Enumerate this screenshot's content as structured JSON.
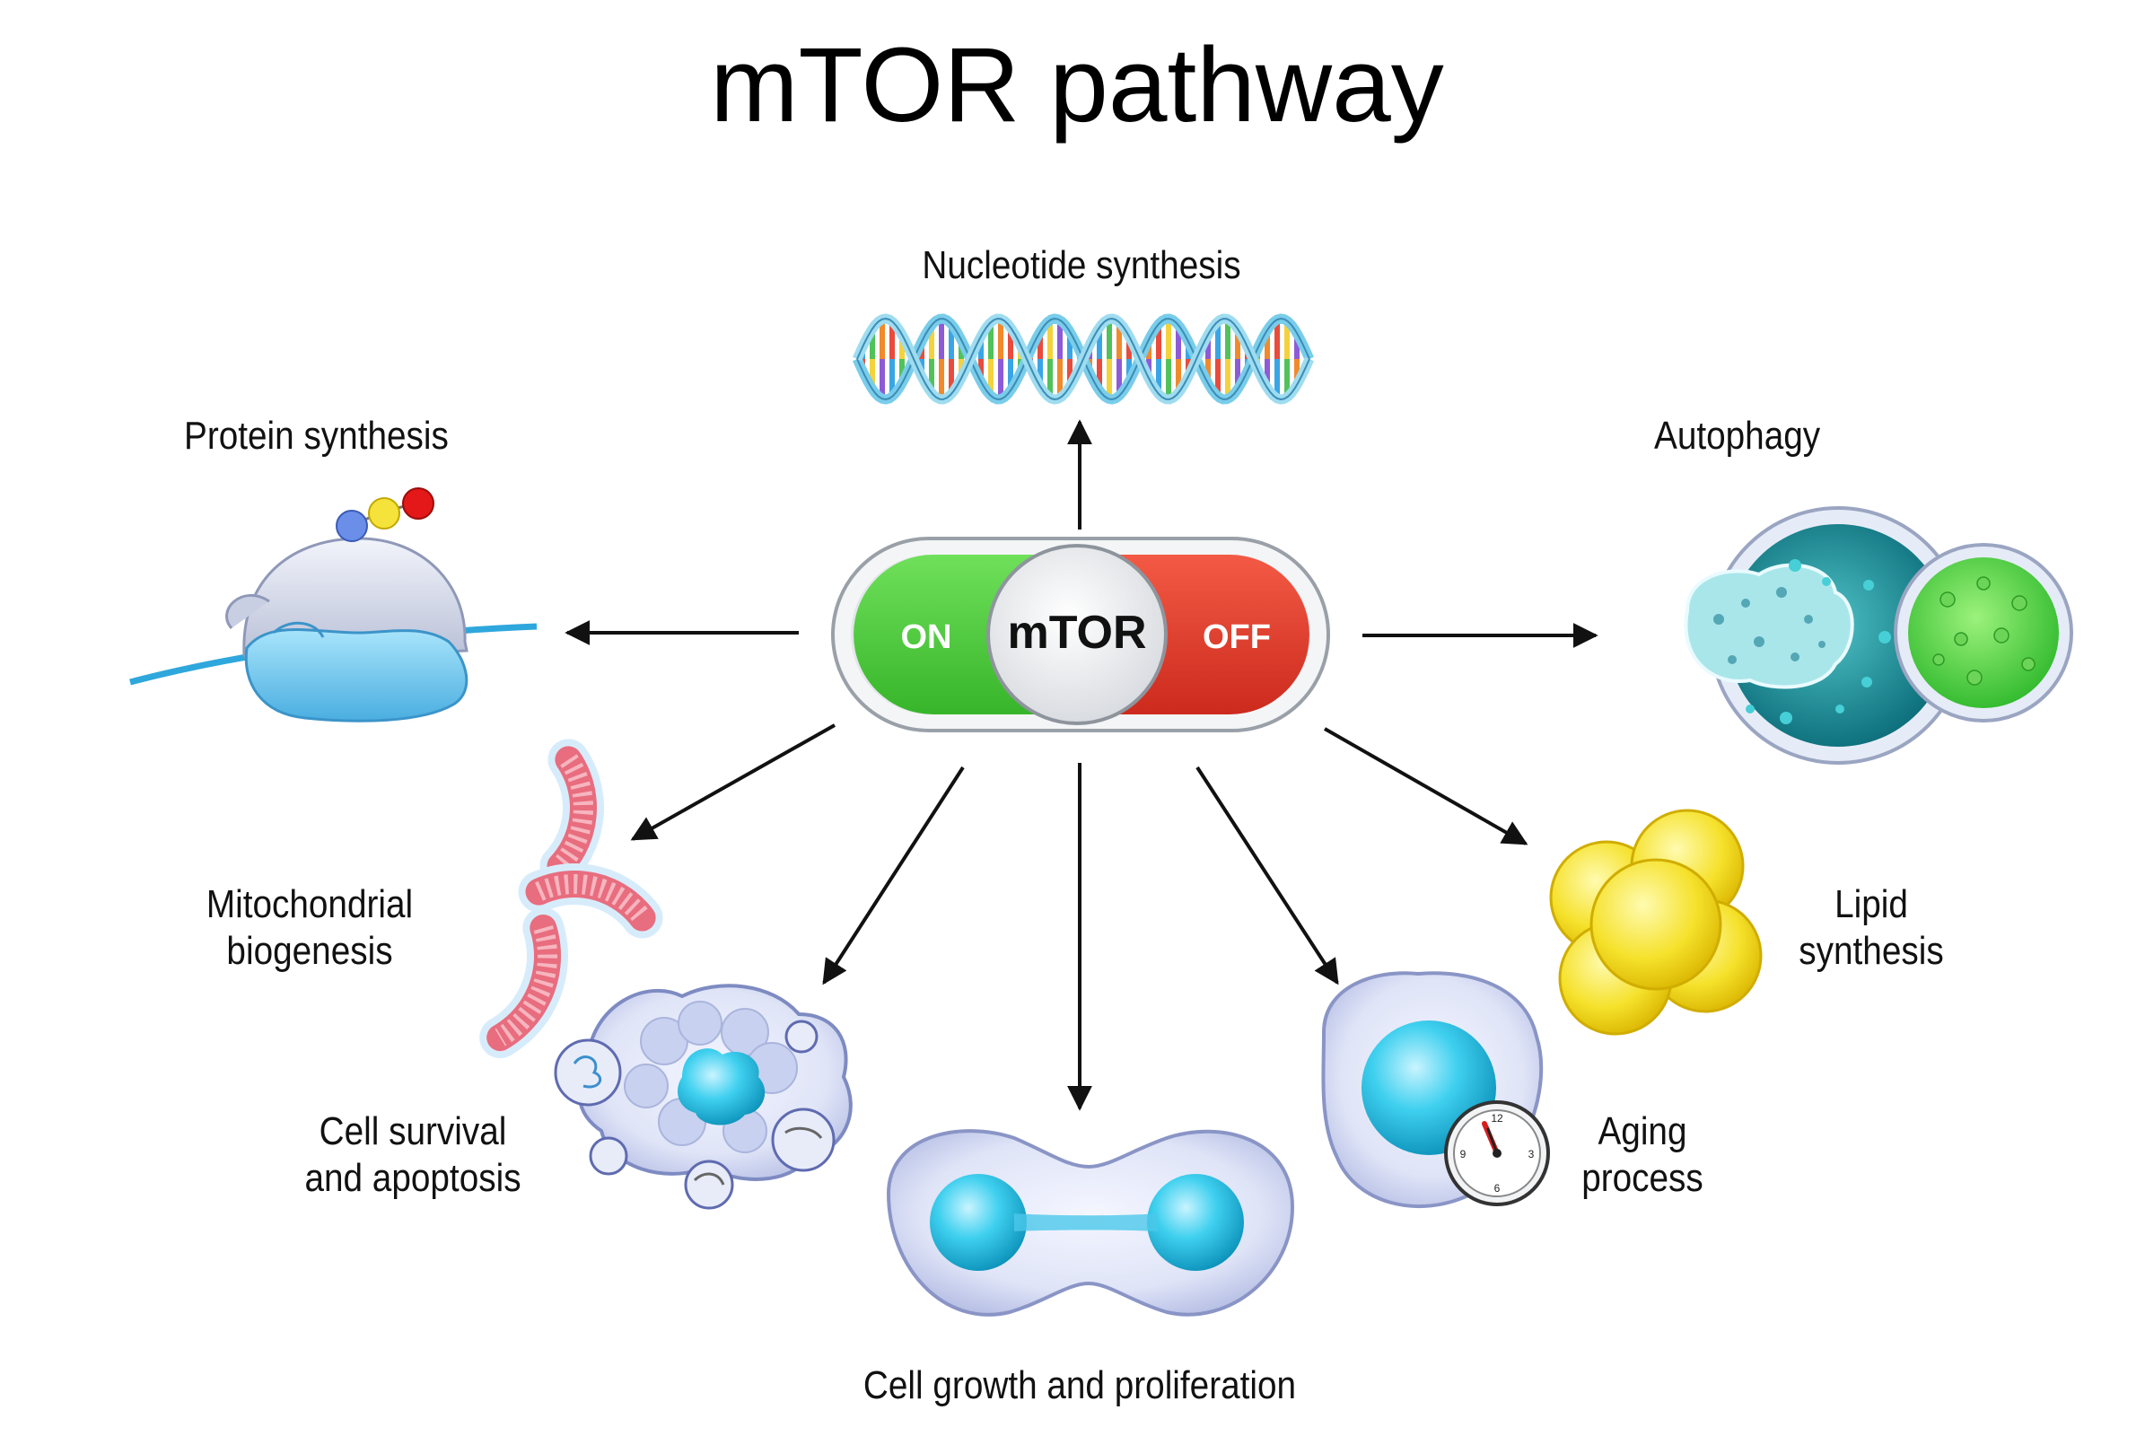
{
  "title": "mTOR pathway",
  "switch": {
    "on_label": "ON",
    "center_label": "mTOR",
    "off_label": "OFF",
    "on_color": "#4cd137",
    "off_color": "#e8392b"
  },
  "outputs": {
    "nucleotide": {
      "label": "Nucleotide synthesis",
      "icon": "dna-helix-icon"
    },
    "protein": {
      "label": "Protein synthesis",
      "icon": "ribosome-icon"
    },
    "autophagy": {
      "label": "Autophagy",
      "icon": "autophagy-cell-icon"
    },
    "mitochondrial": {
      "lines": [
        "Mitochondrial",
        "biogenesis"
      ],
      "icon": "mitochondria-icon"
    },
    "lipid": {
      "lines": [
        "Lipid",
        "synthesis"
      ],
      "icon": "lipid-droplets-icon"
    },
    "survival": {
      "lines": [
        "Cell survival",
        "and apoptosis"
      ],
      "icon": "apoptotic-cell-icon"
    },
    "growth": {
      "label": "Cell growth and proliferation",
      "icon": "dividing-cell-icon"
    },
    "aging": {
      "lines": [
        "Aging",
        "process"
      ],
      "icon": "aging-cell-clock-icon"
    }
  },
  "clock": {
    "ticks": [
      "12",
      "3",
      "6",
      "9"
    ]
  }
}
